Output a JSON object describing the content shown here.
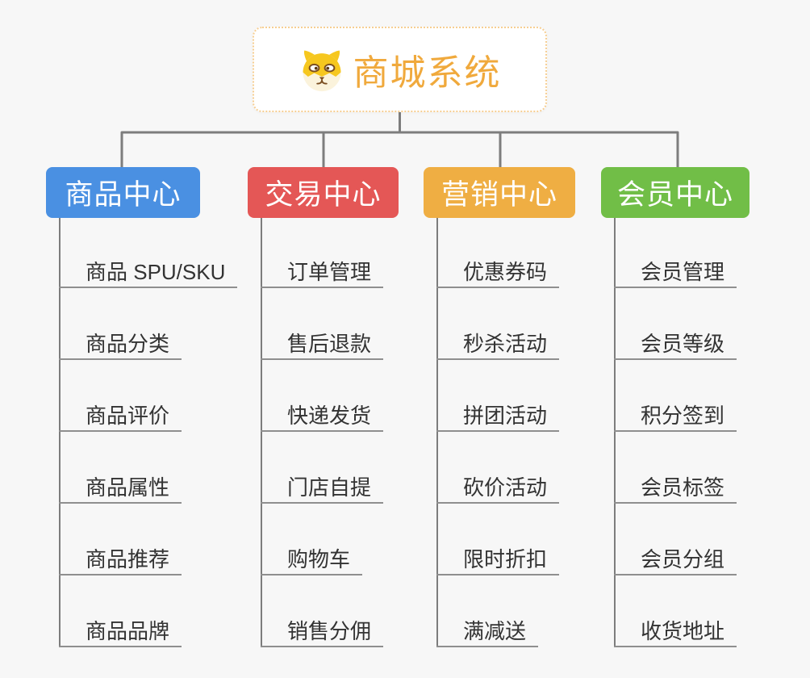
{
  "page": {
    "background": "#F7F7F7"
  },
  "root": {
    "title": "商城系统",
    "icon": "shiba-dog-face",
    "title_color": "#F0A93C",
    "border_color": "#F6CE92"
  },
  "lines": {
    "connector_color": "#7D7D7D",
    "underline_color": "#8F8F8F"
  },
  "branches": [
    {
      "label": "商品中心",
      "color": "#4A90E2",
      "children": [
        "商品 SPU/SKU",
        "商品分类",
        "商品评价",
        "商品属性",
        "商品推荐",
        "商品品牌"
      ]
    },
    {
      "label": "交易中心",
      "color": "#E45756",
      "children": [
        "订单管理",
        "售后退款",
        "快递发货",
        "门店自提",
        "购物车",
        "销售分佣"
      ]
    },
    {
      "label": "营销中心",
      "color": "#EFAE43",
      "children": [
        "优惠券码",
        "秒杀活动",
        "拼团活动",
        "砍价活动",
        "限时折扣",
        "满减送"
      ]
    },
    {
      "label": "会员中心",
      "color": "#71BE47",
      "children": [
        "会员管理",
        "会员等级",
        "积分签到",
        "会员标签",
        "会员分组",
        "收货地址"
      ]
    }
  ]
}
